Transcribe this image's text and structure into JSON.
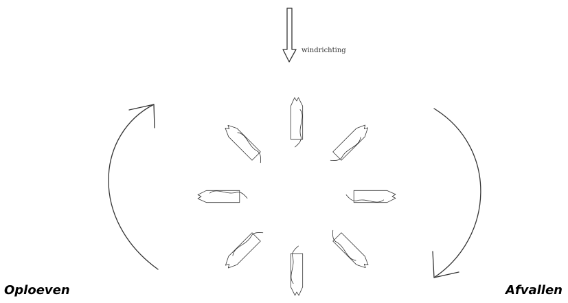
{
  "wind": {
    "label": "windrichting"
  },
  "labels": {
    "left": "Oploeven",
    "right": "Afvallen"
  },
  "boats": [
    {
      "id": "boat-north",
      "heading_deg": 0
    },
    {
      "id": "boat-northeast",
      "heading_deg": 45
    },
    {
      "id": "boat-east",
      "heading_deg": 90
    },
    {
      "id": "boat-southeast",
      "heading_deg": 135
    },
    {
      "id": "boat-south",
      "heading_deg": 180
    },
    {
      "id": "boat-southwest",
      "heading_deg": 225
    },
    {
      "id": "boat-west",
      "heading_deg": 270
    },
    {
      "id": "boat-northwest",
      "heading_deg": 315
    }
  ],
  "colors": {
    "stroke": "#333333",
    "label": "#000000",
    "background": "#ffffff"
  }
}
